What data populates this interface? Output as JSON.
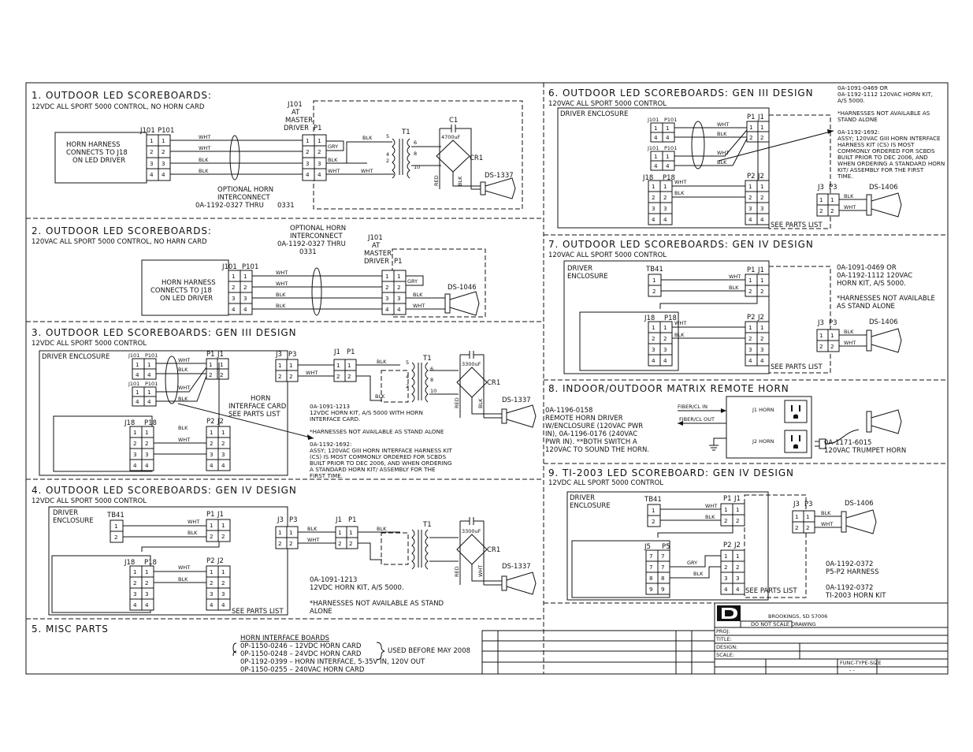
{
  "sections": {
    "s1": {
      "title": "1. OUTDOOR LED SCOREBOARDS:",
      "subtitle": "12VDC ALL SPORT 5000 CONTROL, NO HORN CARD",
      "connector_left": [
        "J101",
        "P101"
      ],
      "harness_note": [
        "HORN HARNESS",
        "CONNECTS TO J18",
        "ON LED DRIVER"
      ],
      "master_label": [
        "J101",
        "AT",
        "MASTER",
        "DRIVER"
      ],
      "p1": "P1",
      "wires": [
        "WHT",
        "WHT",
        "BLK",
        "BLK"
      ],
      "right_wires": [
        "GRY",
        "BLK",
        "WHT"
      ],
      "opt_note": [
        "OPTIONAL HORN",
        "INTERCONNECT",
        "0A-1192-0327 THRU",
        "0331"
      ],
      "t1": "T1",
      "c1": "C1",
      "cap": "4700uF",
      "cr1": "CR1",
      "ds": "DS-1337",
      "tx_wires": [
        "BLK",
        "WHT"
      ],
      "tx_pins": [
        "5",
        "6",
        "4",
        "8",
        "2",
        "10"
      ],
      "diode_wires": [
        "RED",
        "BLK"
      ]
    },
    "s2": {
      "title": "2. OUTDOOR LED SCOREBOARDS:",
      "subtitle": "120VAC ALL SPORT 5000 CONTROL, NO HARN CARD",
      "opt_note": [
        "OPTIONAL HORN",
        "INTERCONNECT",
        "0A-1192-0327 THRU",
        "0331"
      ],
      "master_label": [
        "J101",
        "AT",
        "MASTER",
        "DRIVER"
      ],
      "p1": "P1",
      "connector_left": [
        "J101",
        "P101"
      ],
      "harness_note": [
        "HORN HARNESS",
        "CONNECTS TO J18",
        "ON LED DRIVER"
      ],
      "wires": [
        "WHT",
        "WHT",
        "BLK",
        "BLK"
      ],
      "right_wires": [
        "GRY",
        "BLK",
        "WHT"
      ],
      "ds": "DS-1046"
    },
    "s3": {
      "title": "3. OUTDOOR LED SCOREBOARDS: GEN III DESIGN",
      "subtitle": "12VDC ALL SPORT 5000 CONTROL",
      "enclosure": "DRIVER ENCLOSURE",
      "labels": [
        "J101",
        "P101",
        "J101",
        "P101",
        "J18",
        "P18",
        "P1",
        "J1",
        "P2",
        "J2",
        "J3",
        "P3",
        "J1",
        "P1",
        "T1",
        "CR1"
      ],
      "wires": [
        "WHT",
        "BLK",
        "WHT",
        "BLK",
        "WHT",
        "BLK",
        "BLK",
        "WHT",
        "BLK",
        "RED"
      ],
      "card": [
        "HORN",
        "INTERFACE CARD",
        "SEE PARTS LIST"
      ],
      "cap": "3300uF",
      "ds": "DS-1337",
      "note": [
        "0A-1091-1213",
        "12VDC HORN KIT, A/S 5000 WITH HORN",
        "INTERFACE CARD.",
        "",
        "*HARNESSES NOT AVAILABLE AS STAND ALONE",
        "",
        "0A-1192-1692:",
        "ASSY; 120VAC GIII HORN INTERFACE HARNESS KIT",
        "(CS) IS MOST COMMONLY ORDERED FOR SCBDS",
        "BUILT PRIOR TO DEC 2006, AND WHEN ORDERING",
        "A STANDARD HORN KIT/ ASSEMBLY FOR THE",
        "FIRST TIME."
      ]
    },
    "s4": {
      "title": "4. OUTDOOR LED SCOREBOARDS: GEN IV DESIGN",
      "subtitle": "12VDC ALL SPORT 5000 CONTROL",
      "enclosure": [
        "DRIVER",
        "ENCLOSURE"
      ],
      "labels": [
        "TB41",
        "P1",
        "J1",
        "J18",
        "P18",
        "P2",
        "J2",
        "J3",
        "P3",
        "J1",
        "P1",
        "T1",
        "CR1"
      ],
      "wires": [
        "WHT",
        "BLK",
        "WHT",
        "BLK",
        "BLK",
        "WHT",
        "BLK",
        "RED"
      ],
      "see": "SEE PARTS LIST",
      "cap": "3300uF",
      "ds": "DS-1337",
      "note": [
        "0A-1091-1213",
        "12VDC HORN KIT, A/S 5000.",
        "",
        "*HARNESSES NOT AVAILABLE AS STAND",
        "ALONE"
      ]
    },
    "s5": {
      "title": "5. MISC PARTS",
      "heading": "HORN INTERFACE BOARDS",
      "parts": [
        "0P-1150-0246 – 12VDC HORN CARD",
        "0P-1150-0248 – 24VDC HORN CARD",
        "0P-1192-0399 – HORN INTERFACE, 5-35V IN, 120V OUT",
        "0P-1150-0255 – 240VAC HORN CARD"
      ],
      "brace_note": "USED BEFORE MAY 2008"
    },
    "s6": {
      "title": "6. OUTDOOR LED SCOREBOARDS: GEN III DESIGN",
      "subtitle": "120VAC ALL SPORT 5000 CONTROL",
      "enclosure": "DRIVER ENCLOSURE",
      "labels": [
        "J101",
        "P101",
        "J101",
        "P101",
        "P1",
        "J1",
        "J18",
        "P18",
        "P2",
        "J2",
        "J3",
        "P3"
      ],
      "wires": [
        "WHT",
        "BLK",
        "WHT",
        "BLK",
        "WHT",
        "BLK",
        "BLK",
        "WHT"
      ],
      "see": "SEE PARTS LIST",
      "ds": "DS-1406",
      "note": [
        "0A-1091-0469 OR",
        "0A-1192-1112 120VAC HORN KIT,",
        "A/S 5000.",
        "",
        "*HARNESSES NOT AVAILABLE AS",
        "STAND ALONE",
        "",
        "0A-1192-1692:",
        "ASSY; 120VAC GIII HORN INTERFACE",
        "HARNESS KIT (CS) IS MOST",
        "COMMONLY ORDERED FOR SCBDS",
        "BUILT PRIOR TO DEC 2006, AND",
        "WHEN ORDERING A STANDARD HORN",
        "KIT/ ASSEMBLY FOR THE FIRST",
        "TIME."
      ]
    },
    "s7": {
      "title": "7. OUTDOOR LED SCOREBOARDS: GEN IV DESIGN",
      "subtitle": "120VAC ALL SPORT 5000 CONTROL",
      "enclosure": [
        "DRIVER",
        "ENCLOSURE"
      ],
      "labels": [
        "TB41",
        "P1",
        "J1",
        "J18",
        "P18",
        "P2",
        "J2",
        "J3",
        "P3"
      ],
      "wires": [
        "WHT",
        "BLK",
        "WHT",
        "BLK",
        "BLK",
        "WHT"
      ],
      "see": "SEE PARTS LIST",
      "ds": "DS-1406",
      "note": [
        "0A-1091-0469 OR",
        "0A-1192-1112 120VAC",
        "HORN KIT, A/S 5000.",
        "",
        "*HARNESSES NOT AVAILABLE",
        "AS STAND ALONE"
      ]
    },
    "s8": {
      "title": "8. INDOOR/OUTDOOR MATRIX REMOTE HORN",
      "left_note": [
        "0A-1196-0158",
        "REMOTE HORN DRIVER",
        "W/ENCLOSURE (120VAC PWR",
        "IN), 0A-1196-0176 (240VAC",
        "PWR IN). **BOTH SWITCH A",
        "120VAC TO SOUND THE HORN."
      ],
      "fiber_in": "FIBER/CL IN",
      "fiber_out": "FIBER/CL OUT",
      "j1": "J1 HORN",
      "j2": "J2 HORN",
      "horn_note": [
        "0A-1171-6015",
        "120VAC TRUMPET HORN"
      ]
    },
    "s9": {
      "title": "9. TI-2003 LED SCOREBOARD: GEN IV DESIGN",
      "subtitle": "12VDC ALL SPORT 5000 CONTROL",
      "enclosure": [
        "DRIVER",
        "ENCLOSURE"
      ],
      "labels": [
        "TB41",
        "P1",
        "J1",
        "J5",
        "P5",
        "P2",
        "J2",
        "J3",
        "P3"
      ],
      "wires": [
        "WHT",
        "BLK",
        "GRY",
        "BLK",
        "BLK",
        "WHT"
      ],
      "see": "SEE PARTS LIST",
      "ds": "DS-1406",
      "note": [
        "0A-1192-0372",
        "P5-P2 HARNESS",
        "",
        "0A-1192-0372",
        "TI-2003 HORN KIT"
      ]
    }
  },
  "title_block": {
    "company": "BROOKINGS, SD 57006",
    "scale_note": "DO NOT SCALE DRAWING",
    "fields": [
      "PROJ:",
      "TITLE:",
      "DESIGN:",
      "SCALE:"
    ],
    "func": "FUNC-TYPE-SIZE",
    "func_val": "-    -"
  }
}
